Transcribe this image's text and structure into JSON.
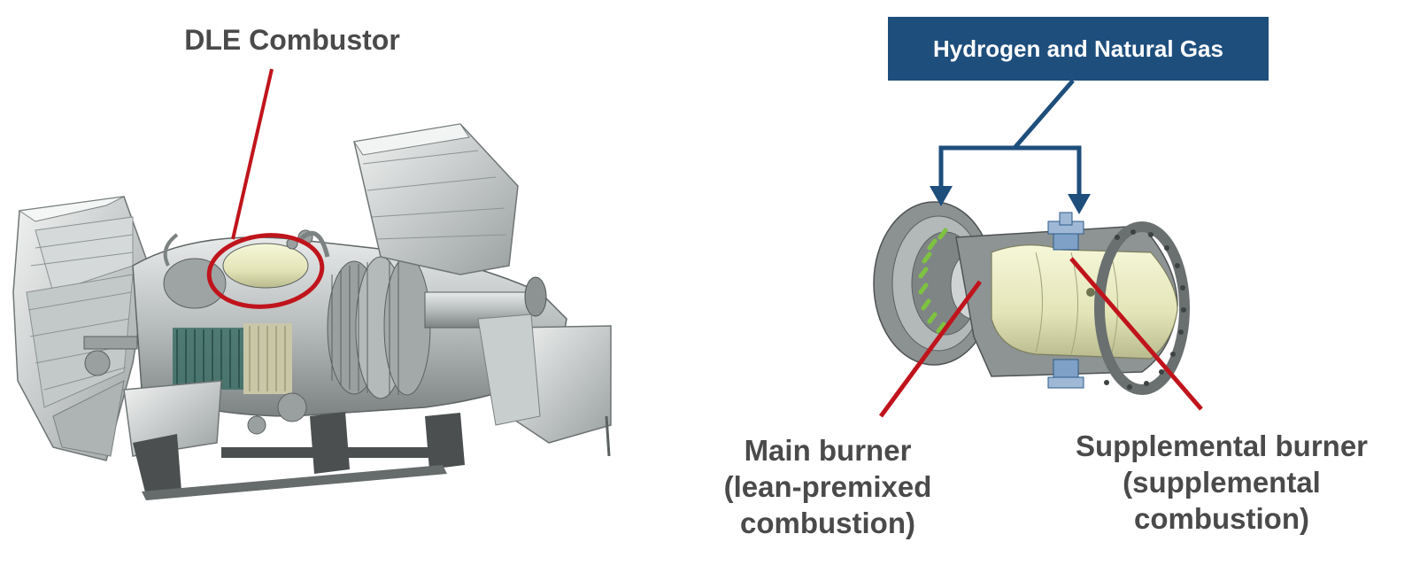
{
  "diagram": {
    "combustor_label": "DLE Combustor",
    "fuel_label": "Hydrogen and Natural Gas",
    "main_burner": {
      "line1": "Main burner",
      "line2": "(lean-premixed",
      "line3": "combustion)"
    },
    "supplemental_burner": {
      "line1": "Supplemental burner",
      "line2": "(supplemental",
      "line3": "combustion)"
    }
  },
  "colors": {
    "callout_red": "#c0141c",
    "fuel_blue": "#1e4e7c",
    "label_gray": "#4a4a4a"
  },
  "icons": [
    "gas-turbine-cutaway-image",
    "combustor-cutaway-image"
  ]
}
